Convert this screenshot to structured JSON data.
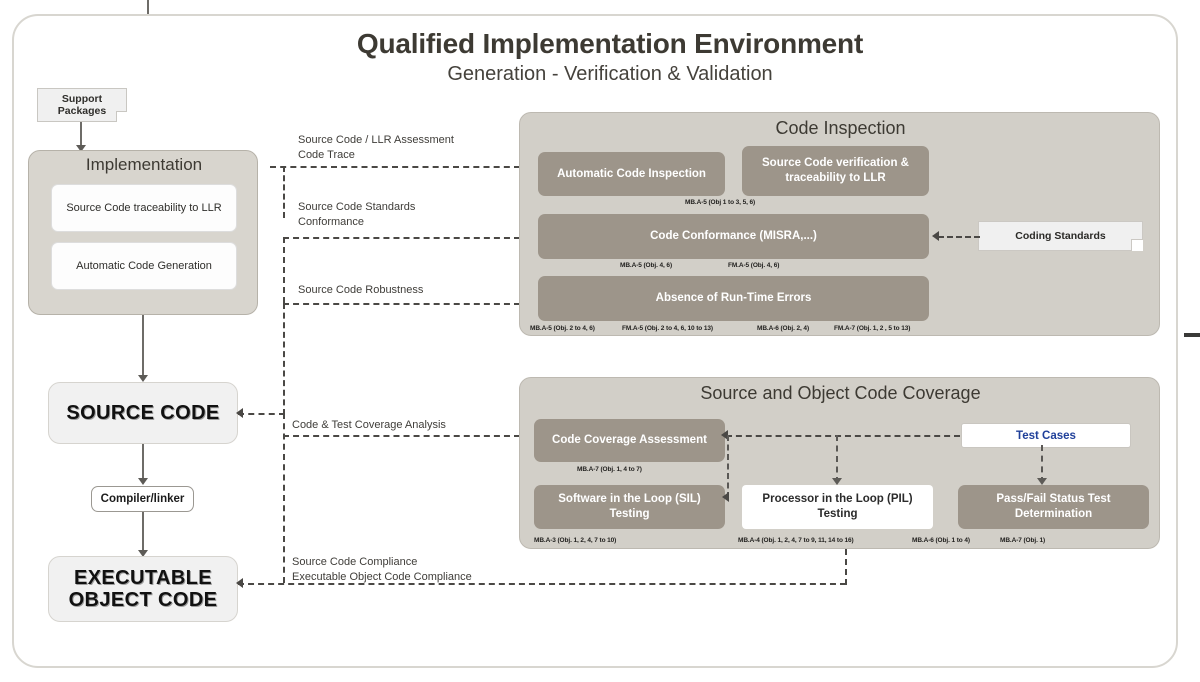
{
  "header": {
    "title": "Qualified Implementation Environment",
    "subtitle": "Generation - Verification & Validation"
  },
  "left_pipeline": {
    "support_packages": "Support\nPackages",
    "support_packages_label": "Support Packages",
    "implementation": {
      "title": "Implementation",
      "items": [
        "Source Code traceability to LLR",
        "Automatic Code Generation"
      ]
    },
    "source_code": "SOURCE CODE",
    "compiler": "Compiler/linker",
    "executable_object_code": "EXECUTABLE OBJECT CODE"
  },
  "connectors": [
    {
      "label": "Source Code / LLR Assessment\nCode Trace",
      "line1": "Source Code / LLR Assessment",
      "line2": "Code Trace"
    },
    {
      "label": "Source Code Standards Conformance",
      "line1": "Source Code Standards",
      "line2": "Conformance"
    },
    {
      "label": "Source Code Robustness",
      "line1": "Source Code Robustness",
      "line2": ""
    },
    {
      "label": "Code & Test Coverage Analysis",
      "line1": "Code & Test Coverage Analysis",
      "line2": ""
    },
    {
      "label": "Source Code Compliance / Executable Object Code Compliance",
      "line1": "Source Code Compliance",
      "line2": "Executable Object Code Compliance"
    }
  ],
  "code_inspection": {
    "title": "Code Inspection",
    "boxes": [
      {
        "label": "Automatic Code Inspection",
        "style": "tan"
      },
      {
        "label": "Source Code verification & traceability to LLR",
        "style": "tan"
      },
      {
        "label": "Code Conformance (MISRA,...)",
        "style": "tan"
      },
      {
        "label": "Absence of Run-Time Errors",
        "style": "tan"
      }
    ],
    "captions_row1": [
      "MB.A-5 (Obj 1 to 3, 5, 6)"
    ],
    "captions_row2": [
      "MB.A-5 (Obj. 4, 6)",
      "FM.A-5 (Obj. 4, 6)"
    ],
    "captions_row3": [
      "MB.A-5 (Obj. 2 to 4, 6)",
      "FM.A-5 (Obj. 2 to 4, 6, 10 to 13)",
      "MB.A-6 (Obj. 2, 4)",
      "FM.A-7 (Obj. 1, 2 , 5 to 13)"
    ],
    "coding_standards": "Coding Standards"
  },
  "coverage": {
    "title": "Source and Object Code Coverage",
    "code_coverage_assessment": "Code Coverage Assessment",
    "code_coverage_caption": "MB.A-7 (Obj. 1, 4 to 7)",
    "test_cases": "Test Cases",
    "boxes": [
      {
        "label": "Software in the Loop (SIL) Testing",
        "style": "tan"
      },
      {
        "label": "Processor in the Loop (PIL) Testing",
        "style": "white"
      },
      {
        "label": "Pass/Fail Status Test Determination",
        "style": "tan"
      }
    ],
    "captions_bottom": [
      "MB.A-3 (Obj. 1, 2, 4, 7 to 10)",
      "MB.A-4 (Obj. 1, 2, 4, 7 to 9, 11, 14 to 16)",
      "MB.A-6 (Obj.  1 to 4)",
      "MB.A-7 (Obj. 1)"
    ]
  },
  "colors": {
    "tan_fill": "#9d958a",
    "panel_fill": "#d2cfc8",
    "impl_fill": "#d8d5ce",
    "code_block_fill": "#f1f1f1",
    "test_cases_text": "#20409a",
    "line": "#4a4845",
    "title_text": "#3d3a33"
  }
}
